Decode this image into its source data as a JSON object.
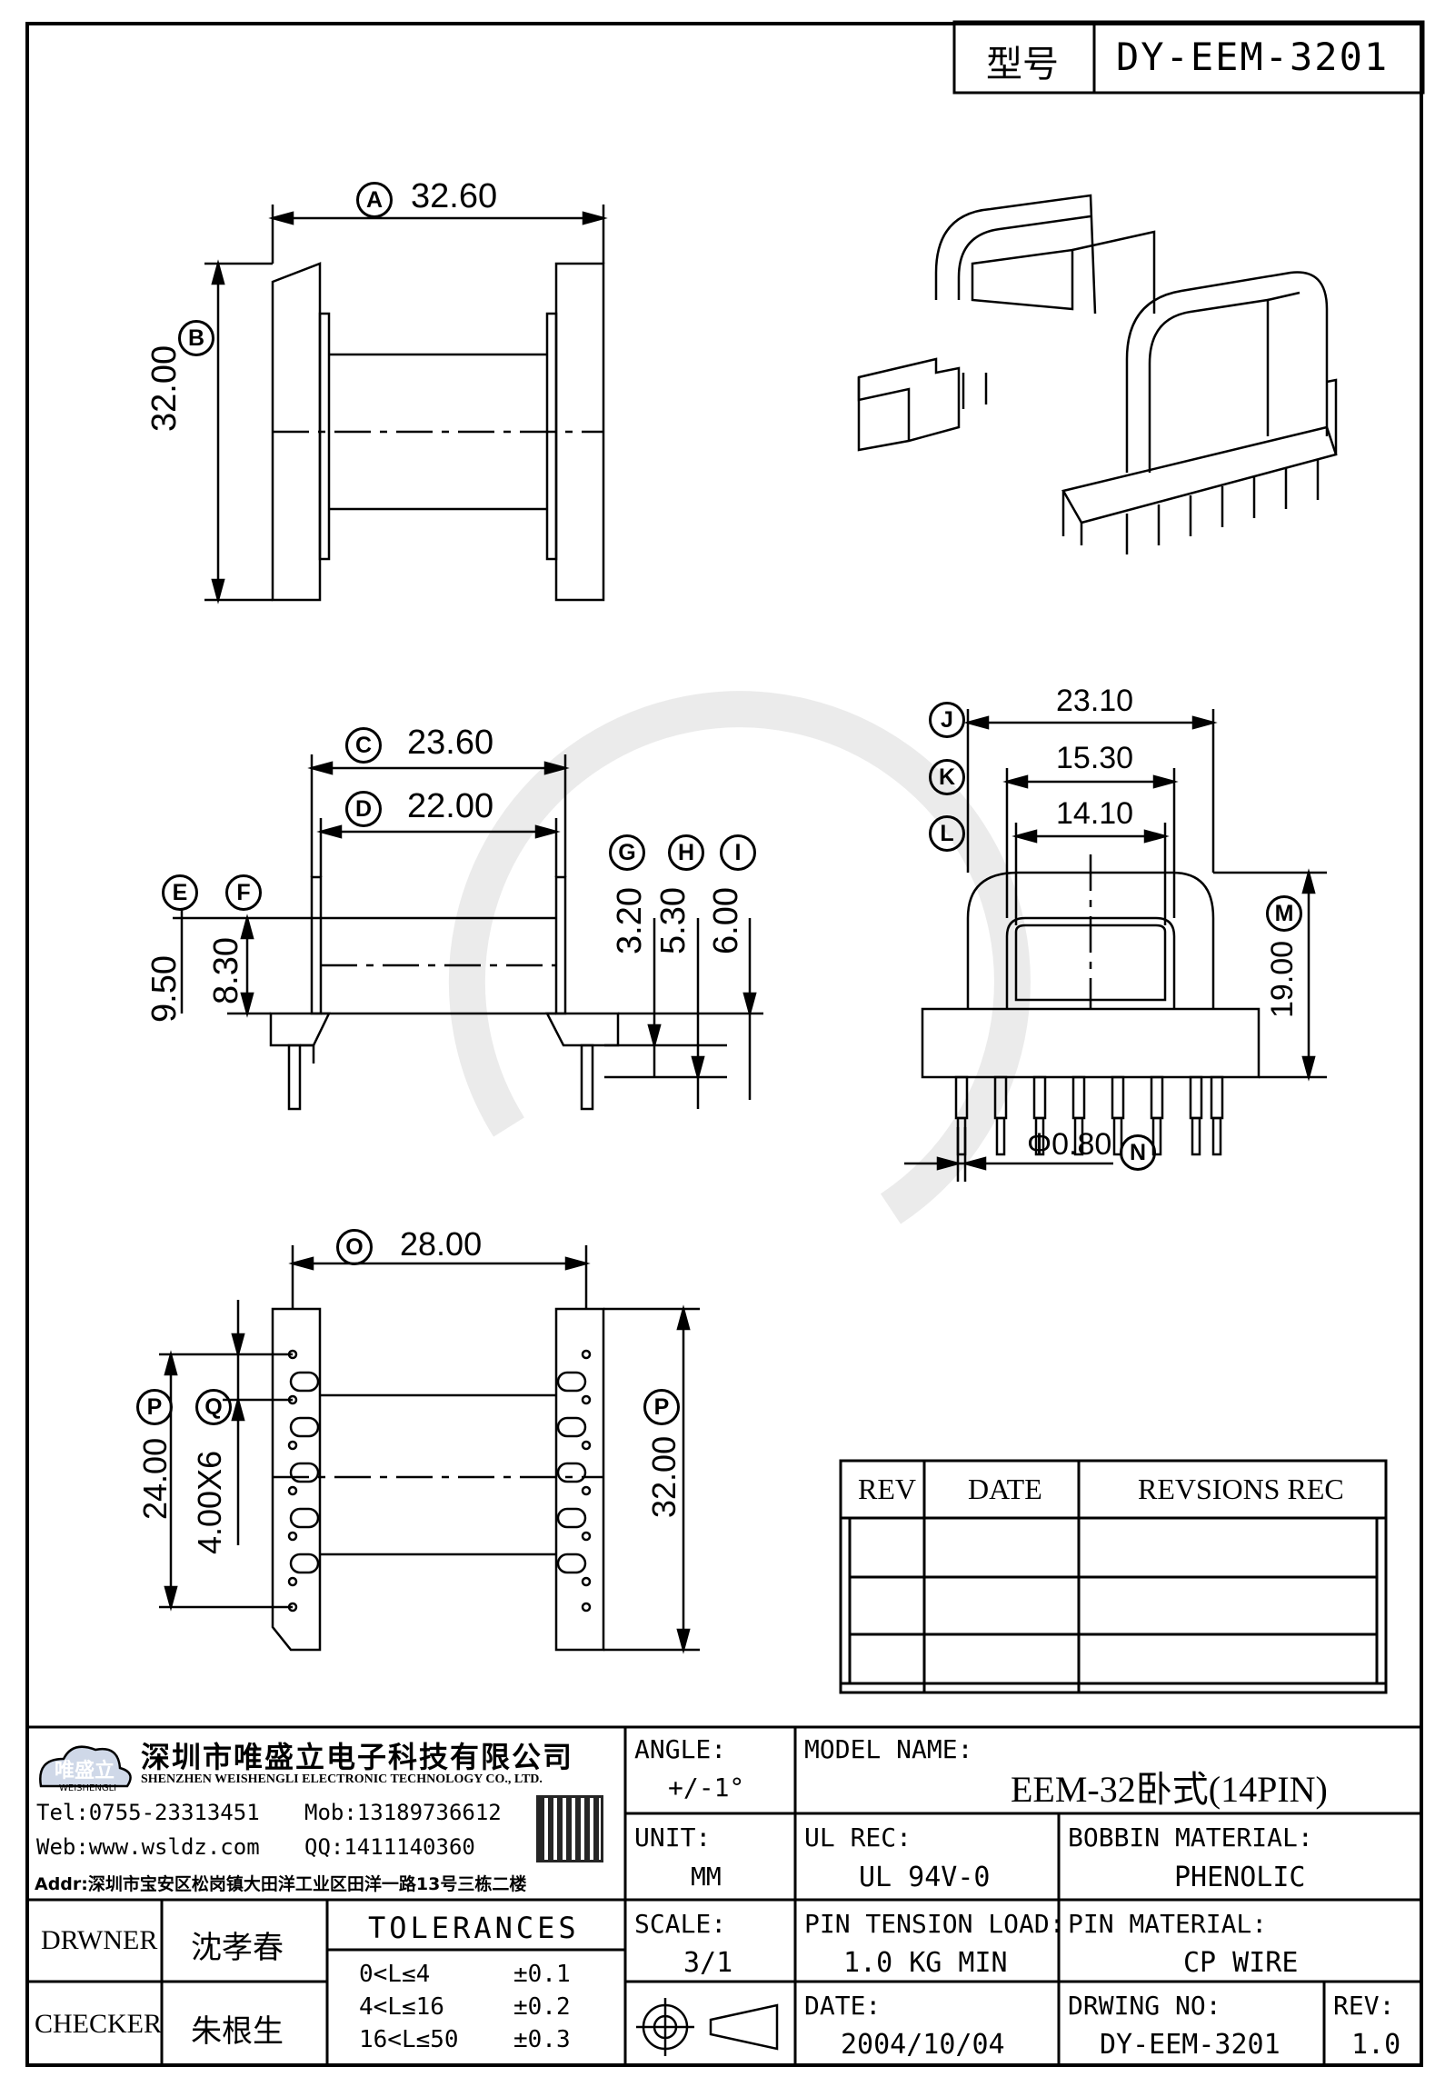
{
  "header": {
    "type_label": "型号",
    "model_code": "DY-EEM-3201"
  },
  "dimensions": {
    "A": {
      "letter": "A",
      "value": "32.60"
    },
    "B": {
      "letter": "B",
      "value": "32.00"
    },
    "C": {
      "letter": "C",
      "value": "23.60"
    },
    "D": {
      "letter": "D",
      "value": "22.00"
    },
    "E": {
      "letter": "E",
      "value": "9.50"
    },
    "F": {
      "letter": "F",
      "value": "8.30"
    },
    "G": {
      "letter": "G",
      "value": "3.20"
    },
    "H": {
      "letter": "H",
      "value": "5.30"
    },
    "I": {
      "letter": "I",
      "value": "6.00"
    },
    "J": {
      "letter": "J",
      "value": "23.10"
    },
    "K": {
      "letter": "K",
      "value": "15.30"
    },
    "L": {
      "letter": "L",
      "value": "14.10"
    },
    "M": {
      "letter": "M",
      "value": "19.00"
    },
    "N": {
      "letter": "N",
      "value": "Φ0.80"
    },
    "O": {
      "letter": "O",
      "value": "28.00"
    },
    "P1": {
      "letter": "P",
      "value": "24.00"
    },
    "Q": {
      "letter": "Q",
      "value": "4.00X6"
    },
    "P2": {
      "letter": "P",
      "value": "32.00"
    }
  },
  "revision_table": {
    "headers": [
      "REV",
      "DATE",
      "REVSIONS REC"
    ]
  },
  "company": {
    "logo_text": "唯盛立",
    "logo_sub": "WEISHENGLI",
    "name_cn": "深圳市唯盛立电子科技有限公司",
    "name_en": "SHENZHEN WEISHENGLI ELECTRONIC TECHNOLOGY CO., LTD.",
    "tel": "Tel:0755-23313451",
    "mob": "Mob:13189736612",
    "web": "Web:www.wsldz.com",
    "qq": "QQ:1411140360",
    "addr": "Addr:深圳市宝安区松岗镇大田洋工业区田洋一路13号三栋二楼"
  },
  "title_block": {
    "angle_label": "ANGLE:",
    "angle_value": "+/-1°",
    "model_label": "MODEL NAME:",
    "model_value": "EEM-32卧式(14PIN)",
    "unit_label": "UNIT:",
    "unit_value": "MM",
    "ul_label": "UL REC:",
    "ul_value": "UL 94V-0",
    "bobbin_label": "BOBBIN MATERIAL:",
    "bobbin_value": "PHENOLIC",
    "scale_label": "SCALE:",
    "scale_value": "3/1",
    "tension_label": "PIN TENSION LOAD:",
    "tension_value": "1.0 KG MIN",
    "pinmat_label": "PIN MATERIAL:",
    "pinmat_value": "CP WIRE",
    "date_label": "DATE:",
    "date_value": "2004/10/04",
    "drwno_label": "DRWING NO:",
    "drwno_value": "DY-EEM-3201",
    "rev_label": "REV:",
    "rev_value": "1.0",
    "drawer_label": "DRWNER",
    "drawer_name": "沈孝春",
    "checker_label": "CHECKER",
    "checker_name": "朱根生",
    "tolerances_label": "TOLERANCES",
    "tol1_range": "0<L≤4",
    "tol1_value": "±0.1",
    "tol2_range": "4<L≤16",
    "tol2_value": "±0.2",
    "tol3_range": "16<L≤50",
    "tol3_value": "±0.3"
  }
}
